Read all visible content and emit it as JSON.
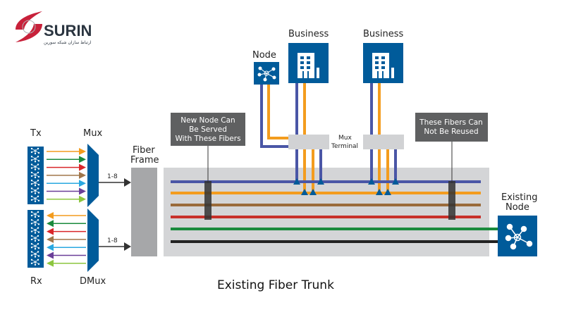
{
  "logo": {
    "brand": "SURIN",
    "tagline": "ارتباط سازان شبکه سورین",
    "colors": {
      "swoosh": "#c8213a",
      "text": "#2b3540"
    }
  },
  "labels": {
    "tx": "Tx",
    "rx": "Rx",
    "mux": "Mux",
    "dmux": "DMux",
    "fiber_frame_line1": "Fiber",
    "fiber_frame_line2": "Frame",
    "link_top": "1-8",
    "link_bottom": "1-8",
    "node": "Node",
    "business_1": "Business",
    "business_2": "Business",
    "mux_terminal_line1": "Mux",
    "mux_terminal_line2": "Terminal",
    "existing_node_line1": "Existing",
    "existing_node_line2": "Node",
    "trunk_title": "Existing Fiber Trunk"
  },
  "callouts": {
    "left": [
      "New Node Can",
      "Be Served",
      "With These Fibers"
    ],
    "right": [
      "These Fibers Can",
      "Not Be Reused"
    ]
  },
  "wavelength_colors": [
    "#f39c1e",
    "#1a8a3c",
    "#d9262a",
    "#a0764a",
    "#2aa8e0",
    "#6a3f98",
    "#8cc63f"
  ],
  "trunk_fibers": [
    {
      "name": "blue",
      "color": "#4a56a6"
    },
    {
      "name": "orange",
      "color": "#f39c1e"
    },
    {
      "name": "brown",
      "color": "#9a6a3a"
    },
    {
      "name": "red",
      "color": "#c8302a"
    },
    {
      "name": "green",
      "color": "#1a8a3c"
    },
    {
      "name": "black",
      "color": "#222222"
    }
  ],
  "colors": {
    "equipment_blue": "#005b9a",
    "frame_gray": "#a6a7a9",
    "trunk_gray": "#d4d5d7",
    "terminal_gray": "#d1d2d4",
    "callout_bg": "#5f6061",
    "arrow": "#333333"
  }
}
